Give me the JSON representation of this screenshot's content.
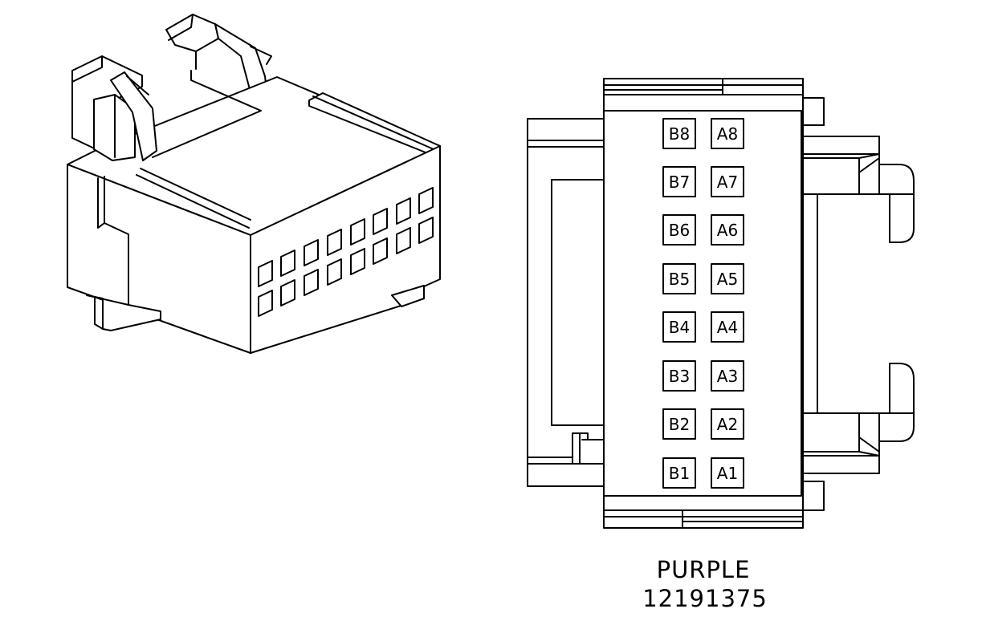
{
  "connector": {
    "color_label": "PURPLE",
    "part_number": "12191375",
    "line_color": "#000000",
    "background_color": "#ffffff",
    "cavities_b": [
      "B8",
      "B7",
      "B6",
      "B5",
      "B4",
      "B3",
      "B2",
      "B1"
    ],
    "cavities_a": [
      "A8",
      "A7",
      "A6",
      "A5",
      "A4",
      "A3",
      "A2",
      "A1"
    ]
  }
}
